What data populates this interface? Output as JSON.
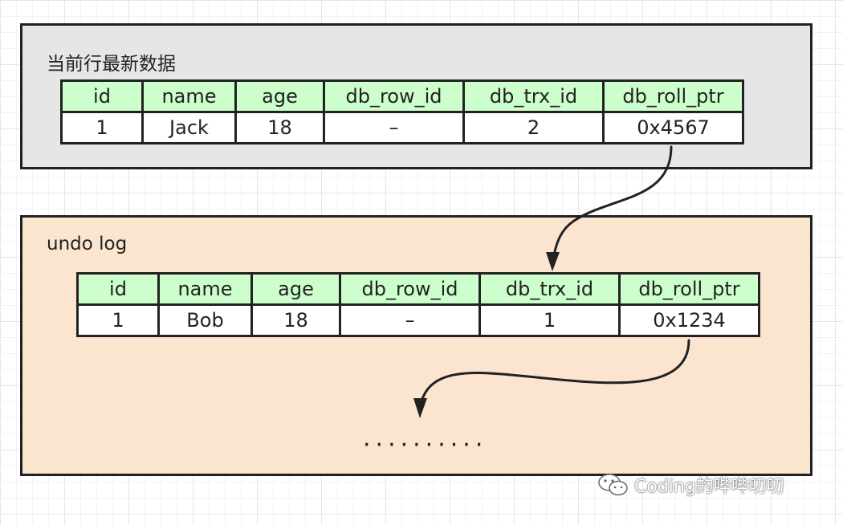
{
  "top_panel": {
    "title": "当前行最新数据",
    "headers": [
      "id",
      "name",
      "age",
      "db_row_id",
      "db_trx_id",
      "db_roll_ptr"
    ],
    "row": [
      "1",
      "Jack",
      "18",
      "–",
      "2",
      "0x4567"
    ]
  },
  "undo_panel": {
    "title": "undo log",
    "headers": [
      "id",
      "name",
      "age",
      "db_row_id",
      "db_trx_id",
      "db_roll_ptr"
    ],
    "row": [
      "1",
      "Bob",
      "18",
      "–",
      "1",
      "0x1234"
    ]
  },
  "ellipsis": "··········",
  "watermark": "Coding的哔哔叨叨",
  "colors": {
    "top_panel_bg": "#e6e6e6",
    "undo_panel_bg": "#fbe5cf",
    "header_cell_bg": "#ccffcc",
    "border": "#222222"
  }
}
